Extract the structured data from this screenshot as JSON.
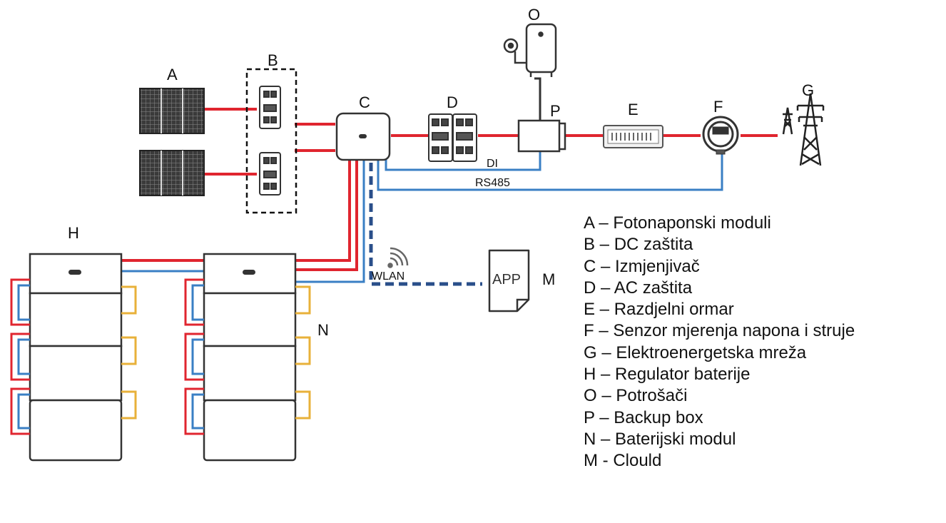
{
  "component_labels": {
    "A": "A",
    "B": "B",
    "C": "C",
    "D": "D",
    "E": "E",
    "F": "F",
    "G": "G",
    "H": "H",
    "M": "M",
    "N": "N",
    "O": "O",
    "P": "P"
  },
  "line_labels": {
    "di": "DI",
    "rs485": "RS485",
    "wlan": "WLAN"
  },
  "app_label": "APP",
  "colors": {
    "power_line": "#e0252f",
    "comm_line": "#3a7fc4",
    "battery_link": "#e8b13a",
    "device_stroke": "#333333"
  },
  "icons": [
    "solar-panel-icon",
    "breaker-icon",
    "inverter-icon",
    "water-heater-icon",
    "backup-box-icon",
    "distribution-box-icon",
    "meter-icon",
    "pylon-icon",
    "battery-icon",
    "wifi-icon",
    "app-icon"
  ],
  "legend": [
    "A – Fotonaponski moduli",
    "B – DC zaštita",
    "C – Izmjenjivač",
    "D – AC zaštita",
    "E – Razdjelni ormar",
    "F – Senzor mjerenja napona i struje",
    "G – Elektroenergetska mreža",
    "H – Regulator baterije",
    "O – Potrošači",
    "P – Backup box",
    "N – Baterijski modul",
    "M - Clould"
  ]
}
